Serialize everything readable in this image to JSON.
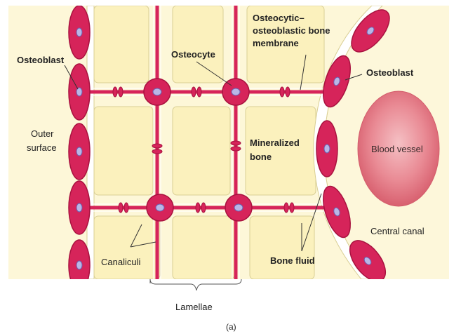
{
  "labels": {
    "osteoblast_left": "Osteoblast",
    "osteocyte": "Osteocyte",
    "membrane_line1": "Osteocytic–",
    "membrane_line2": "osteoblastic bone",
    "membrane_line3": "membrane",
    "osteoblast_right": "Osteoblast",
    "outer_surface_line1": "Outer",
    "outer_surface_line2": "surface",
    "mineralized_line1": "Mineralized",
    "mineralized_line2": "bone",
    "blood_vessel": "Blood vessel",
    "central_canal": "Central canal",
    "canaliculi": "Canaliculi",
    "bone_fluid": "Bone fluid",
    "lamellae": "Lamellae",
    "panel": "(a)"
  },
  "colors": {
    "bone": "#fbf3c2",
    "cell": "#d6245a",
    "cell_outline": "#a8123f",
    "nucleus": "#b9b6e6",
    "fluid_channel": "#ffffff",
    "vessel": "#e07a86"
  }
}
